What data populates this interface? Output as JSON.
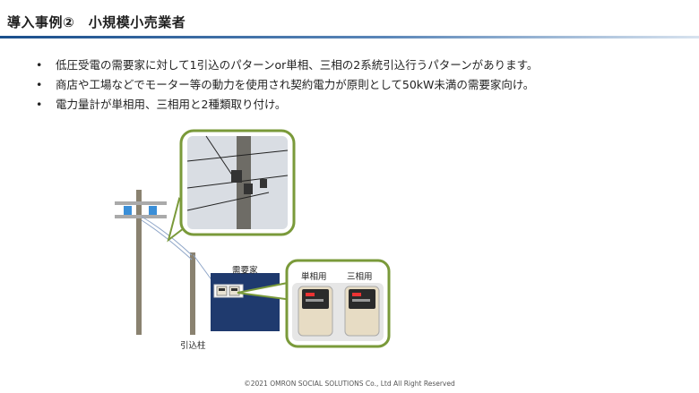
{
  "slide": {
    "title": "導入事例②　小規模小売業者",
    "bullets": [
      "低圧受電の需要家に対して1引込のパターンor単相、三相の2系統引込行うパターンがあります。",
      "商店や工場などでモーター等の動力を使用され契約電力が原則として50kW未満の需要家向け。",
      "電力量計が単相用、三相用と2種類取り付け。"
    ],
    "diagram": {
      "customer_label": "需要家",
      "service_pole_label": "引込柱",
      "single_phase_label": "単相用",
      "three_phase_label": "三相用"
    },
    "footer": "©2021 OMRON SOCIAL SOLUTIONS Co., Ltd All Right Reserved",
    "colors": {
      "accent": "#1a4f8c",
      "callout_border": "#7a9a3a",
      "customer_box": "#1f3a6e",
      "meter_light_blue": "#3b8fd8"
    }
  }
}
